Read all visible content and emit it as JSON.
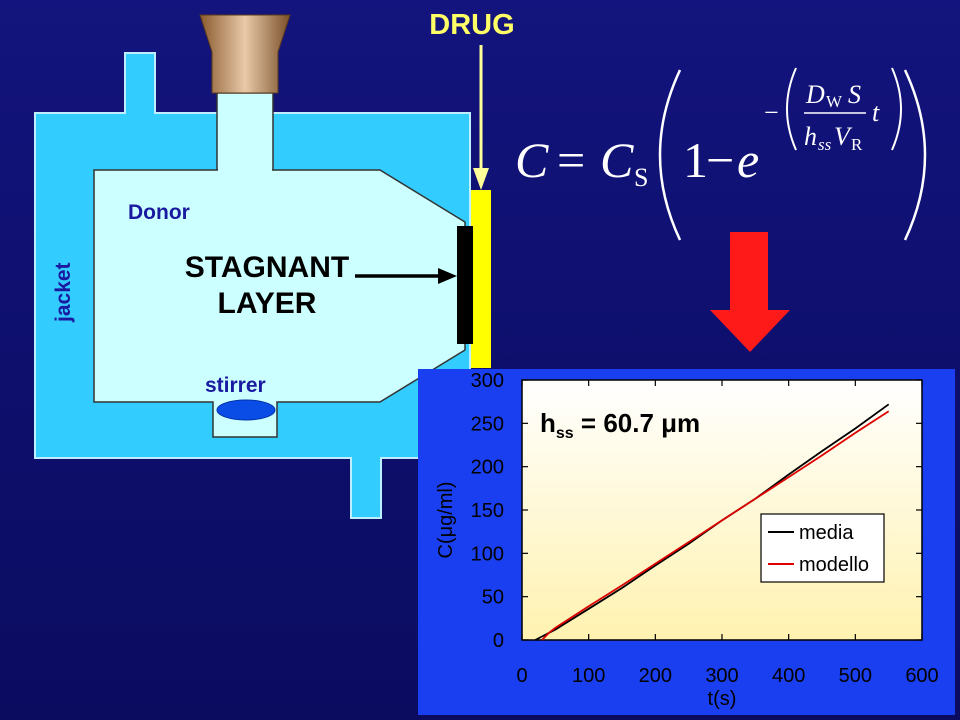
{
  "diagram": {
    "drug_label": "DRUG",
    "donor_label": "Donor",
    "stagnant_line1": "STAGNANT",
    "stagnant_line2": "LAYER",
    "jacket_label": "jacket",
    "stirrer_label": "stirrer"
  },
  "equation": {
    "C": "C",
    "eq": "=",
    "Cs_C": "C",
    "Cs_sub": "S",
    "one": "1",
    "minus": "−",
    "e": "e",
    "exp_minus": "−",
    "Dw_D": "D",
    "Dw_sub": "W",
    "S": "S",
    "h": "h",
    "h_sub": "ss",
    "V": "V",
    "V_sub": "R",
    "t": "t"
  },
  "colors": {
    "background": "#11127a",
    "jacket": "#33ccff",
    "donor": "#ccffff",
    "membrane": "#ffff00",
    "arrow_red": "#ff1a1a",
    "chart_plot_top": "#ffffff",
    "chart_plot_bottom": "#fff2b0",
    "series_media": "#000000",
    "series_modello": "#dd0000"
  },
  "chart_data": {
    "type": "line",
    "annotation_main": "h",
    "annotation_sub": "ss",
    "annotation_rest": " = 60.7 μm",
    "xlabel": "t(s)",
    "ylabel": "C(μg/ml)",
    "xlim": [
      0,
      600
    ],
    "ylim": [
      0,
      300
    ],
    "xticks": [
      0,
      100,
      200,
      300,
      400,
      500,
      600
    ],
    "yticks": [
      0,
      50,
      100,
      150,
      200,
      250,
      300
    ],
    "legend_position": "right",
    "series": [
      {
        "name": "media",
        "color": "#000000",
        "x": [
          20,
          30,
          50,
          100,
          150,
          200,
          250,
          300,
          350,
          400,
          450,
          500,
          550
        ],
        "y": [
          0,
          4,
          12,
          36,
          60,
          86,
          111,
          138,
          163,
          191,
          218,
          244,
          272
        ]
      },
      {
        "name": "modello",
        "color": "#dd0000",
        "x": [
          30,
          40,
          50,
          100,
          150,
          200,
          250,
          300,
          350,
          400,
          450,
          500,
          550
        ],
        "y": [
          0,
          8,
          14,
          39,
          63,
          88,
          113,
          138,
          163,
          188,
          213,
          239,
          264
        ]
      }
    ]
  }
}
